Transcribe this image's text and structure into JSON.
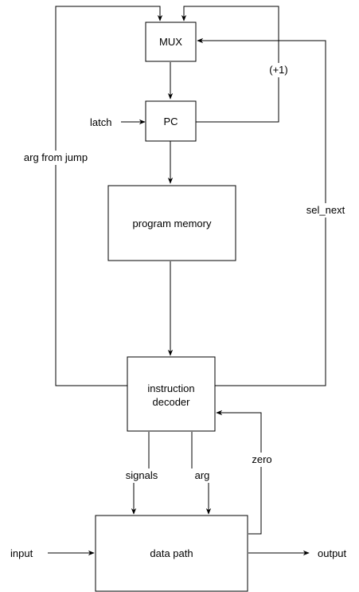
{
  "blocks": {
    "mux": "MUX",
    "pc": "PC",
    "program_memory": "program memory",
    "instruction_decoder_line1": "instruction",
    "instruction_decoder_line2": "decoder",
    "data_path": "data path"
  },
  "signals": {
    "plus_one": "(+1)",
    "latch": "latch",
    "arg_from_jump": "arg from jump",
    "sel_next": "sel_next",
    "zero": "zero",
    "signals": "signals",
    "arg": "arg",
    "input": "input",
    "output": "output"
  }
}
